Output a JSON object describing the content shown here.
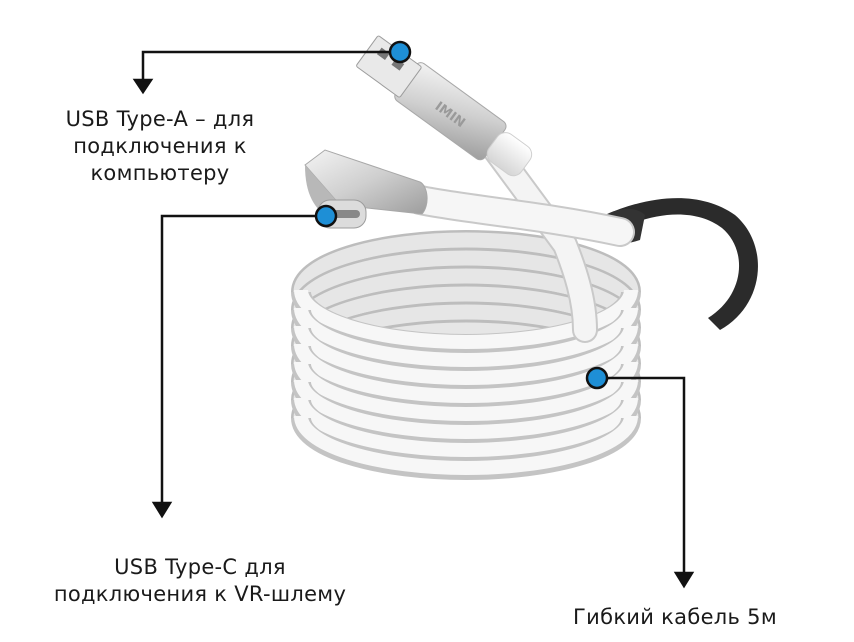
{
  "callouts": {
    "usb_a": "USB Type-A – для\nподключения к\nкомпьютеру",
    "usb_c": "USB Type-C для\nподключения к VR-шлему",
    "cable": "Гибкий кабель 5м"
  },
  "connector_marking": "IMIN",
  "colors": {
    "marker": "#1e8fd6",
    "line": "#111111",
    "cable": "#f2f2f2",
    "cable_shadow": "#c9c9c9",
    "strap": "#2b2b2b",
    "metal": "#d9d9d9"
  }
}
